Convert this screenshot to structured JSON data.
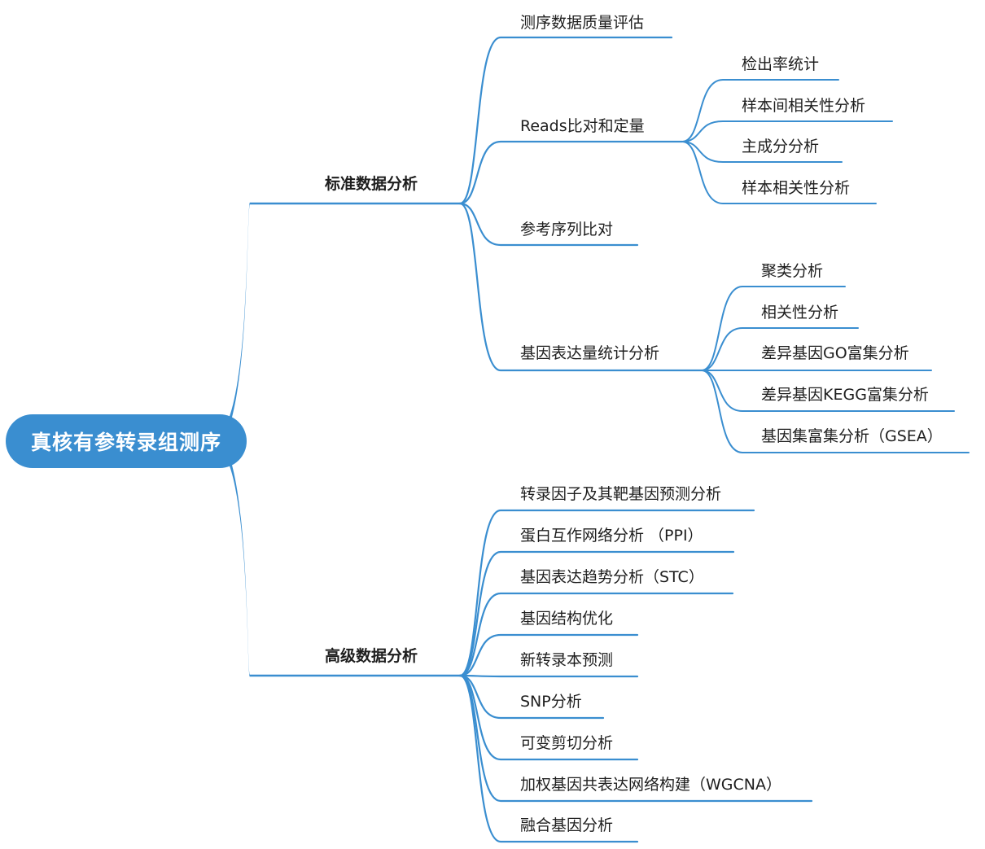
{
  "root": {
    "label": "真核有参转录组测序"
  },
  "colors": {
    "line": "#3a8ed0",
    "root_fill": "#3a8ed0",
    "text": "#1e1e1e"
  },
  "branches": [
    {
      "label": "标准数据分析",
      "children": [
        {
          "label": "测序数据质量评估",
          "children": []
        },
        {
          "label": "Reads比对和定量",
          "children": [
            {
              "label": "检出率统计"
            },
            {
              "label": "样本间相关性分析"
            },
            {
              "label": "主成分分析"
            },
            {
              "label": "样本相关性分析"
            }
          ]
        },
        {
          "label": "参考序列比对",
          "children": []
        },
        {
          "label": "基因表达量统计分析",
          "children": [
            {
              "label": "聚类分析"
            },
            {
              "label": "相关性分析"
            },
            {
              "label": "差异基因GO富集分析"
            },
            {
              "label": "差异基因KEGG富集分析"
            },
            {
              "label": "基因集富集分析（GSEA）"
            }
          ]
        }
      ]
    },
    {
      "label": "高级数据分析",
      "children": [
        {
          "label": "转录因子及其靶基因预测分析",
          "children": []
        },
        {
          "label": "蛋白互作网络分析 （PPI）",
          "children": []
        },
        {
          "label": "基因表达趋势分析（STC）",
          "children": []
        },
        {
          "label": "基因结构优化",
          "children": []
        },
        {
          "label": "新转录本预测",
          "children": []
        },
        {
          "label": "SNP分析",
          "children": []
        },
        {
          "label": "可变剪切分析",
          "children": []
        },
        {
          "label": "加权基因共表达网络构建（WGCNA）",
          "children": []
        },
        {
          "label": "融合基因分析",
          "children": []
        }
      ]
    }
  ]
}
